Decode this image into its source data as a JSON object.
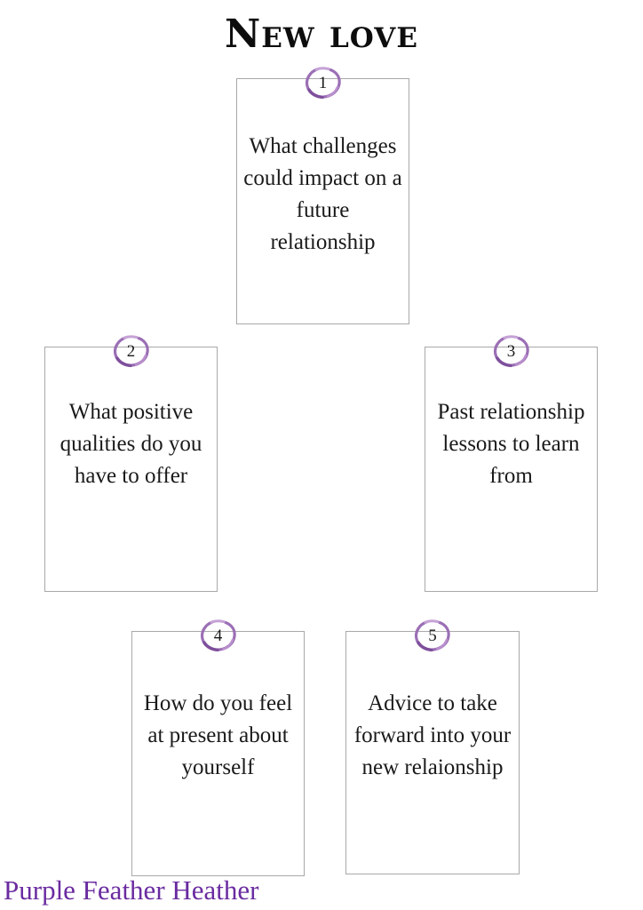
{
  "page": {
    "title": "New love",
    "background_color": "#ffffff",
    "card_border_color": "#a9a9a9",
    "accent_color": "#9b6fb5",
    "brand_color": "#6a2ba0",
    "text_color": "#1a1a1a"
  },
  "cards": [
    {
      "number": "1",
      "text": "What challenges could impact on a future relationship",
      "lines": [
        "What",
        "challenges",
        "could impact",
        "on a future",
        "relationship"
      ]
    },
    {
      "number": "2",
      "text": "What positive qualities do you have to offer",
      "lines": [
        "What",
        "positive",
        "qualities do",
        "you have to",
        "offer"
      ]
    },
    {
      "number": "3",
      "text": "Past relationship lessons to learn from",
      "lines": [
        "Past",
        "relationship",
        "lessons to",
        "learn from"
      ]
    },
    {
      "number": "4",
      "text": "How do you feel at present about yourself",
      "lines": [
        "How do you",
        "feel at",
        "present",
        "about",
        "yourself"
      ]
    },
    {
      "number": "5",
      "text": "Advice to take forward into your new relaionship",
      "lines": [
        "Advice to",
        "take forward",
        "into your",
        "new",
        "relaionship"
      ]
    }
  ],
  "footer": {
    "brand": "Purple Feather Heather"
  }
}
